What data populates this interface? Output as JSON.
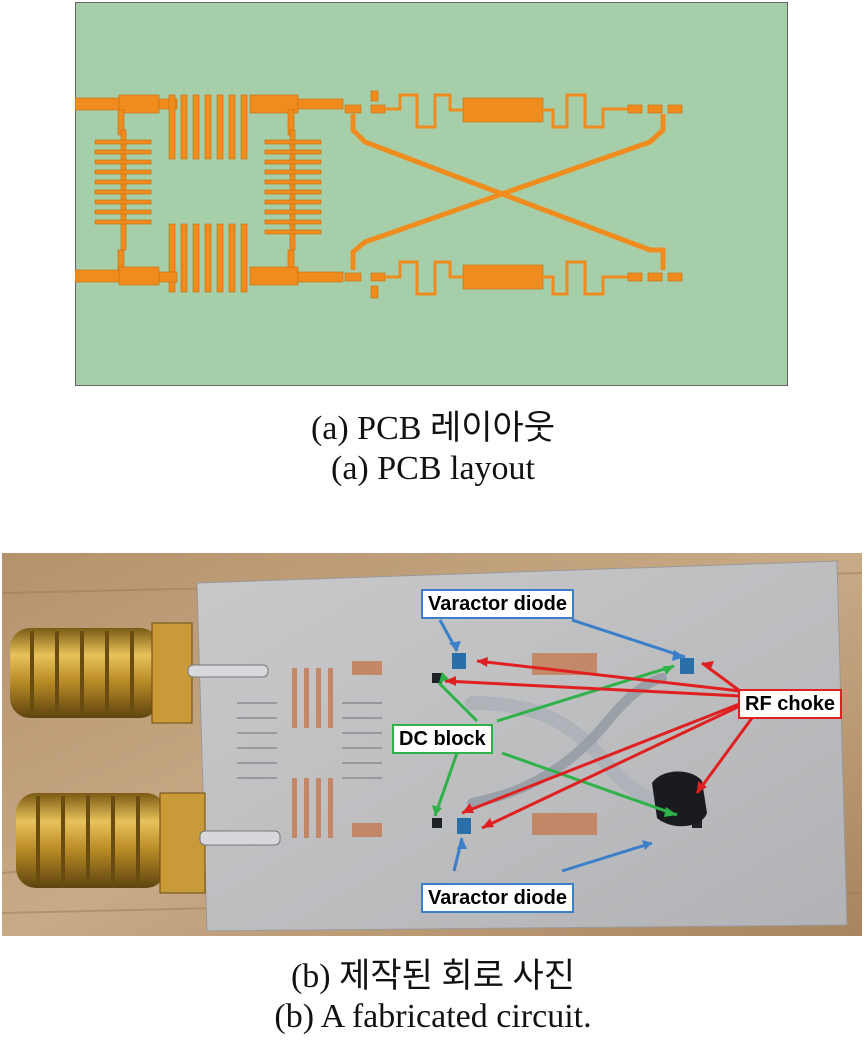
{
  "figure_a": {
    "caption_kr": "(a) PCB 레이아웃",
    "caption_en": "(a) PCB layout",
    "colors": {
      "substrate": "#a6cfa9",
      "copper": "#f08c1e"
    }
  },
  "figure_b": {
    "caption_kr": "(b) 제작된 회로 사진",
    "caption_en": "(b) A fabricated circuit.",
    "labels": {
      "varactor_top": "Varactor diode",
      "varactor_bottom": "Varactor diode",
      "dc_block": "DC block",
      "rf_choke": "RF choke"
    },
    "colors": {
      "varactor_arrow": "#3a7fc8",
      "dc_block_arrow": "#2fb24a",
      "rf_choke_arrow": "#e02020"
    }
  }
}
